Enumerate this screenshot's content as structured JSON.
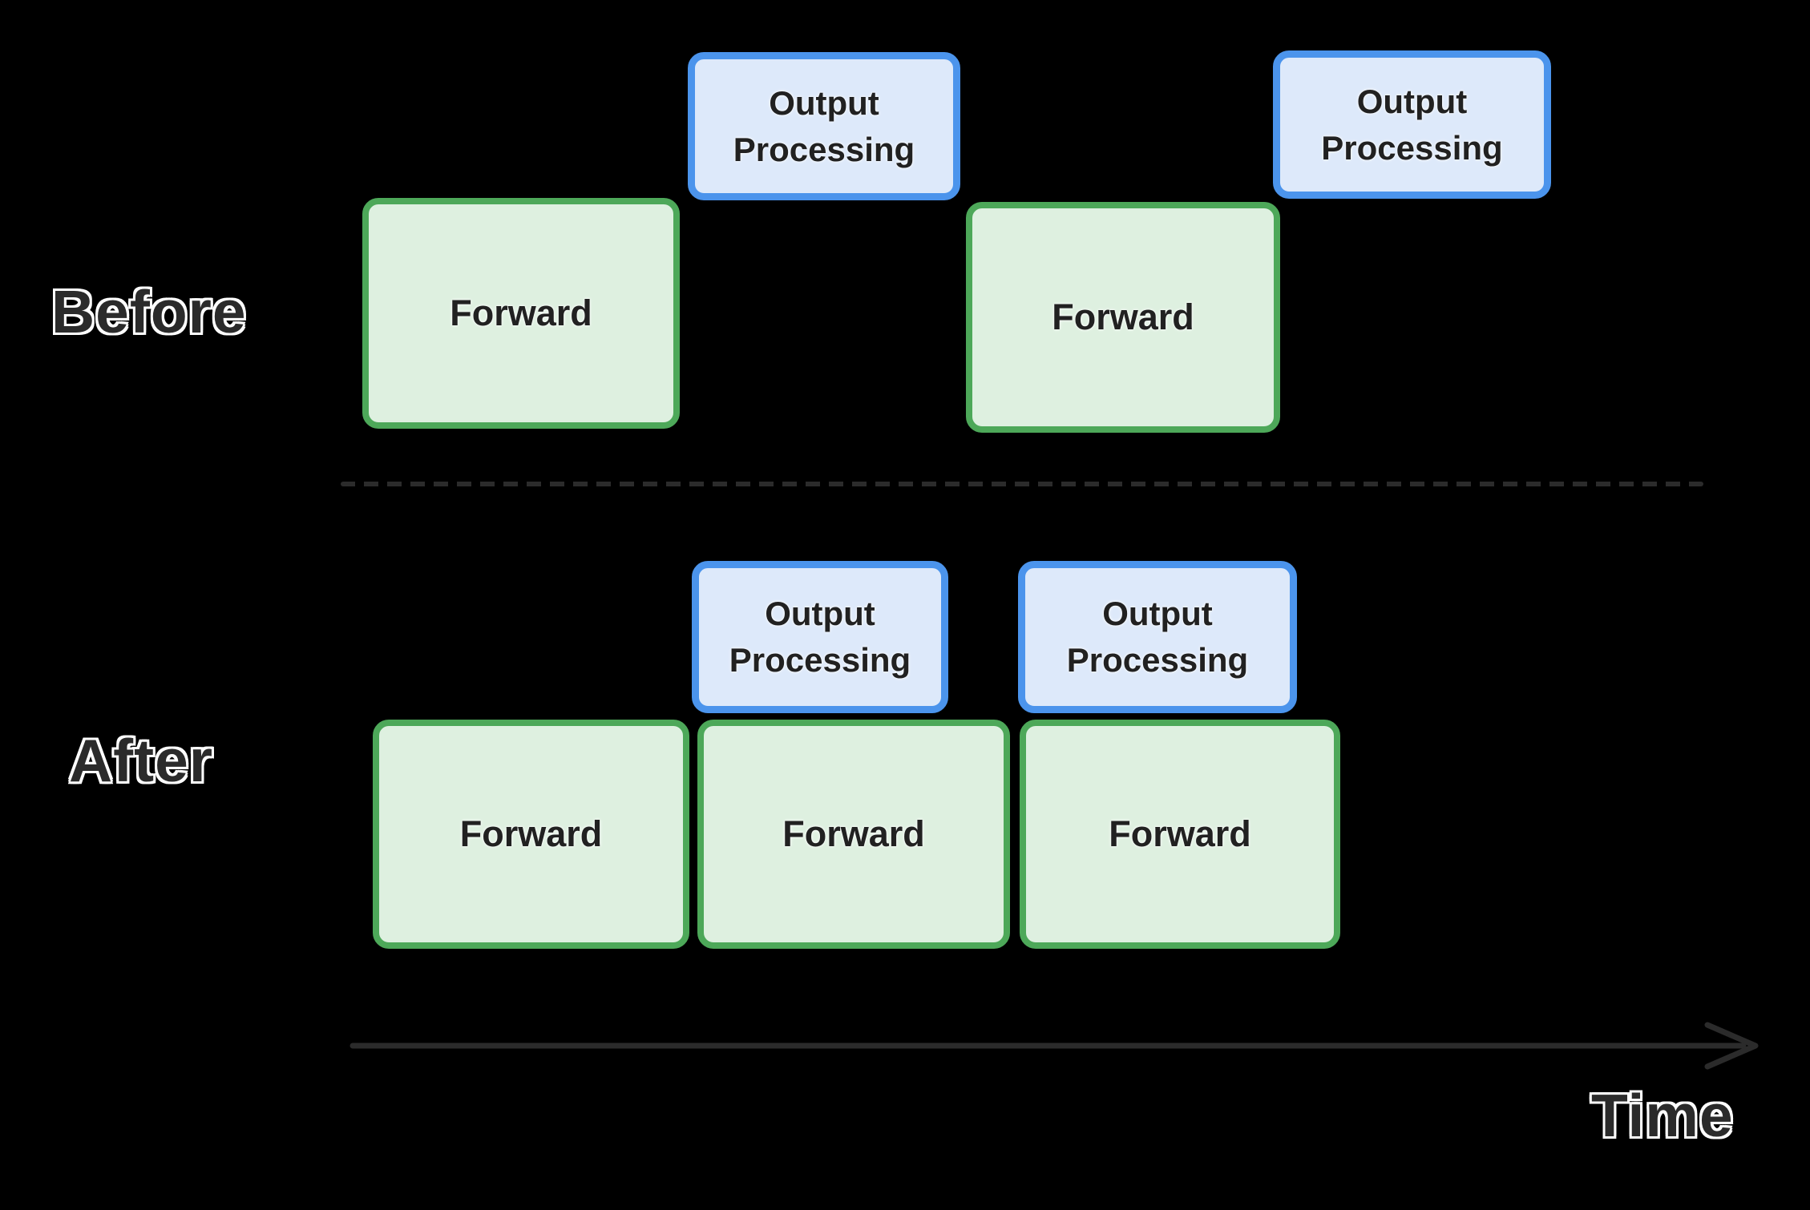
{
  "colors": {
    "green_border": "#4da859",
    "green_fill": "#def0e0",
    "blue_border": "#4b94ec",
    "blue_fill": "#dde9fa",
    "label_color": "#2b2b2b",
    "label_outline": "#ffffff",
    "box_text": "#212121",
    "timeline": "#2b2b2b",
    "background": "#000000"
  },
  "before": {
    "label": "Before",
    "forward1": "Forward",
    "forward2": "Forward",
    "output1": "Output\nProcessing",
    "output2": "Output\nProcessing"
  },
  "after": {
    "label": "After",
    "forward1": "Forward",
    "forward2": "Forward",
    "forward3": "Forward",
    "output1": "Output\nProcessing",
    "output2": "Output\nProcessing"
  },
  "timeline": {
    "label": "Time"
  }
}
